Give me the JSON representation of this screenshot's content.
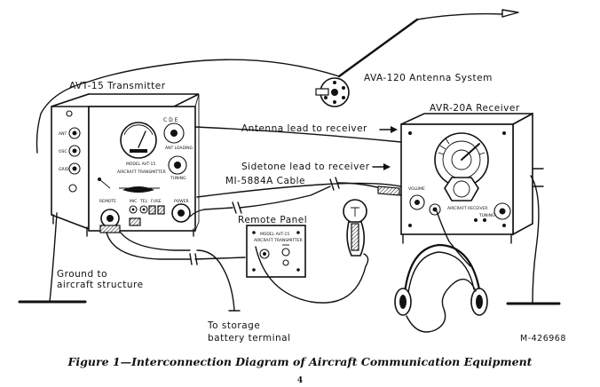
{
  "labels": {
    "antenna_system": "AVA-120 Antenna System",
    "transmitter": "AVT-15 Transmitter",
    "receiver": "AVR-20A Receiver",
    "antenna_lead": "Antenna lead to receiver",
    "sidetone_lead": "Sidetone lead to receiver",
    "cable": "MI-5884A Cable",
    "remote_panel": "Remote Panel",
    "ground_line1": "Ground to",
    "ground_line2": "aircraft structure",
    "storage_line1": "To storage",
    "storage_line2": "battery terminal",
    "drawing_number": "M-426968"
  },
  "panel_text": {
    "tx_model": "MODEL AVT-15",
    "tx_name": "AIRCRAFT TRANSMITTER",
    "tx_tuning": "TUNING",
    "tx_ant_loading": "ANT LOADING",
    "tx_remote": "REMOTE",
    "tx_power": "POWER",
    "tx_mic": "MIC",
    "tx_tel": "TEL",
    "tx_fuse": "FUSE",
    "tx_ant": "ANT",
    "tx_osc": "OSC",
    "tx_grid": "GRID",
    "rp_model": "MODEL AVT-15",
    "rp_name": "AIRCRAFT TRANSMITTER",
    "rx_volume": "VOLUME",
    "rx_name": "AIRCRAFT RECEIVER",
    "rx_tuning": "TUNING"
  },
  "caption": "Figure 1—Interconnection Diagram of Aircraft Communication Equipment",
  "page_number": "4"
}
